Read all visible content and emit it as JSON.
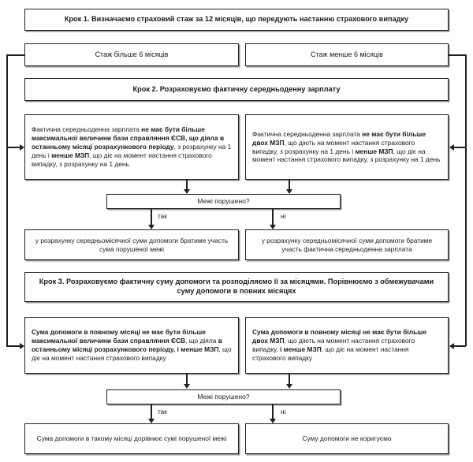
{
  "diagram": {
    "title_step1": "Крок 1. Визначаємо страховий стаж за 12 місяців, що передують настанню страхового випадку",
    "branch_left": "Стаж більше 6 місяців",
    "branch_right": "Стаж менше 6 місяців",
    "title_step2": "Крок 2. Розраховуємо фактичну середньоденну зарплату",
    "detail_left": {
      "p1": "Фактична середньоденна зарплата ",
      "b1": "не має бути більше максимальної величини бази справляння ЄСВ, що діяла в останньому місяці розрахункового періоду",
      "p2": ", з розрахунку на 1 день і ",
      "b2": "менше МЗП",
      "p3": ", що діє на момент настання страхового випадку, з розрахунку на 1 день"
    },
    "detail_right": {
      "p1": "Фактична середньоденна зарплата ",
      "b1": "не має бути більше двох МЗП",
      "p2": ", що діють на момент настання страхового випадку, з розрахунку на 1 день і ",
      "b2": "менше МЗП",
      "p3": ", що діє на момент настання страхового випадку, з розрахунку на 1 день"
    },
    "decision_1": "Межі порушено?",
    "yes_label_1": "так",
    "no_label_1": "ні",
    "result_left_1": "у розрахунку середньомісячної суми допомоги братиме участь сума порушеної межі",
    "result_right_1": "у розрахунку середньомісячної суми допомоги братиме участь фактична середньоденна зарплата",
    "title_step3": "Крок 3. Розраховуємо фактичну суму допомоги та розподіляємо її за місяцями. Порівнюємо з обмежувачами суму допомоги в повних місяцях",
    "limit_left": {
      "b1": "Сума допомоги в повному місяці не має бути більше максимальної величини бази справляння ЄСВ",
      "p1": ", що діяла ",
      "b2": "в останньому місяці розрахункового періоду, і менше МЗП",
      "p2": ", що діє на момент настання страхового випадку"
    },
    "limit_right": {
      "b1": "Сума допомоги в повному місяці не має бути більше двох МЗП",
      "p1": ", що діють на момент настання страхового випадку, ",
      "b2": "і менше МЗП",
      "p2": ", що діє на момент настання страхового випадку"
    },
    "decision_2": "Межі порушено?",
    "yes_label_2": "так",
    "no_label_2": "ні",
    "result_left_2": "Сума допомоги в такому місяці дорівнює сумі порушеної межі",
    "result_right_2": "Суму допомоги не коригуємо"
  },
  "colors": {
    "border": "#231f20",
    "shadow": "#8d8d8d",
    "background": "#ffffff",
    "text": "#1a1a1a"
  }
}
